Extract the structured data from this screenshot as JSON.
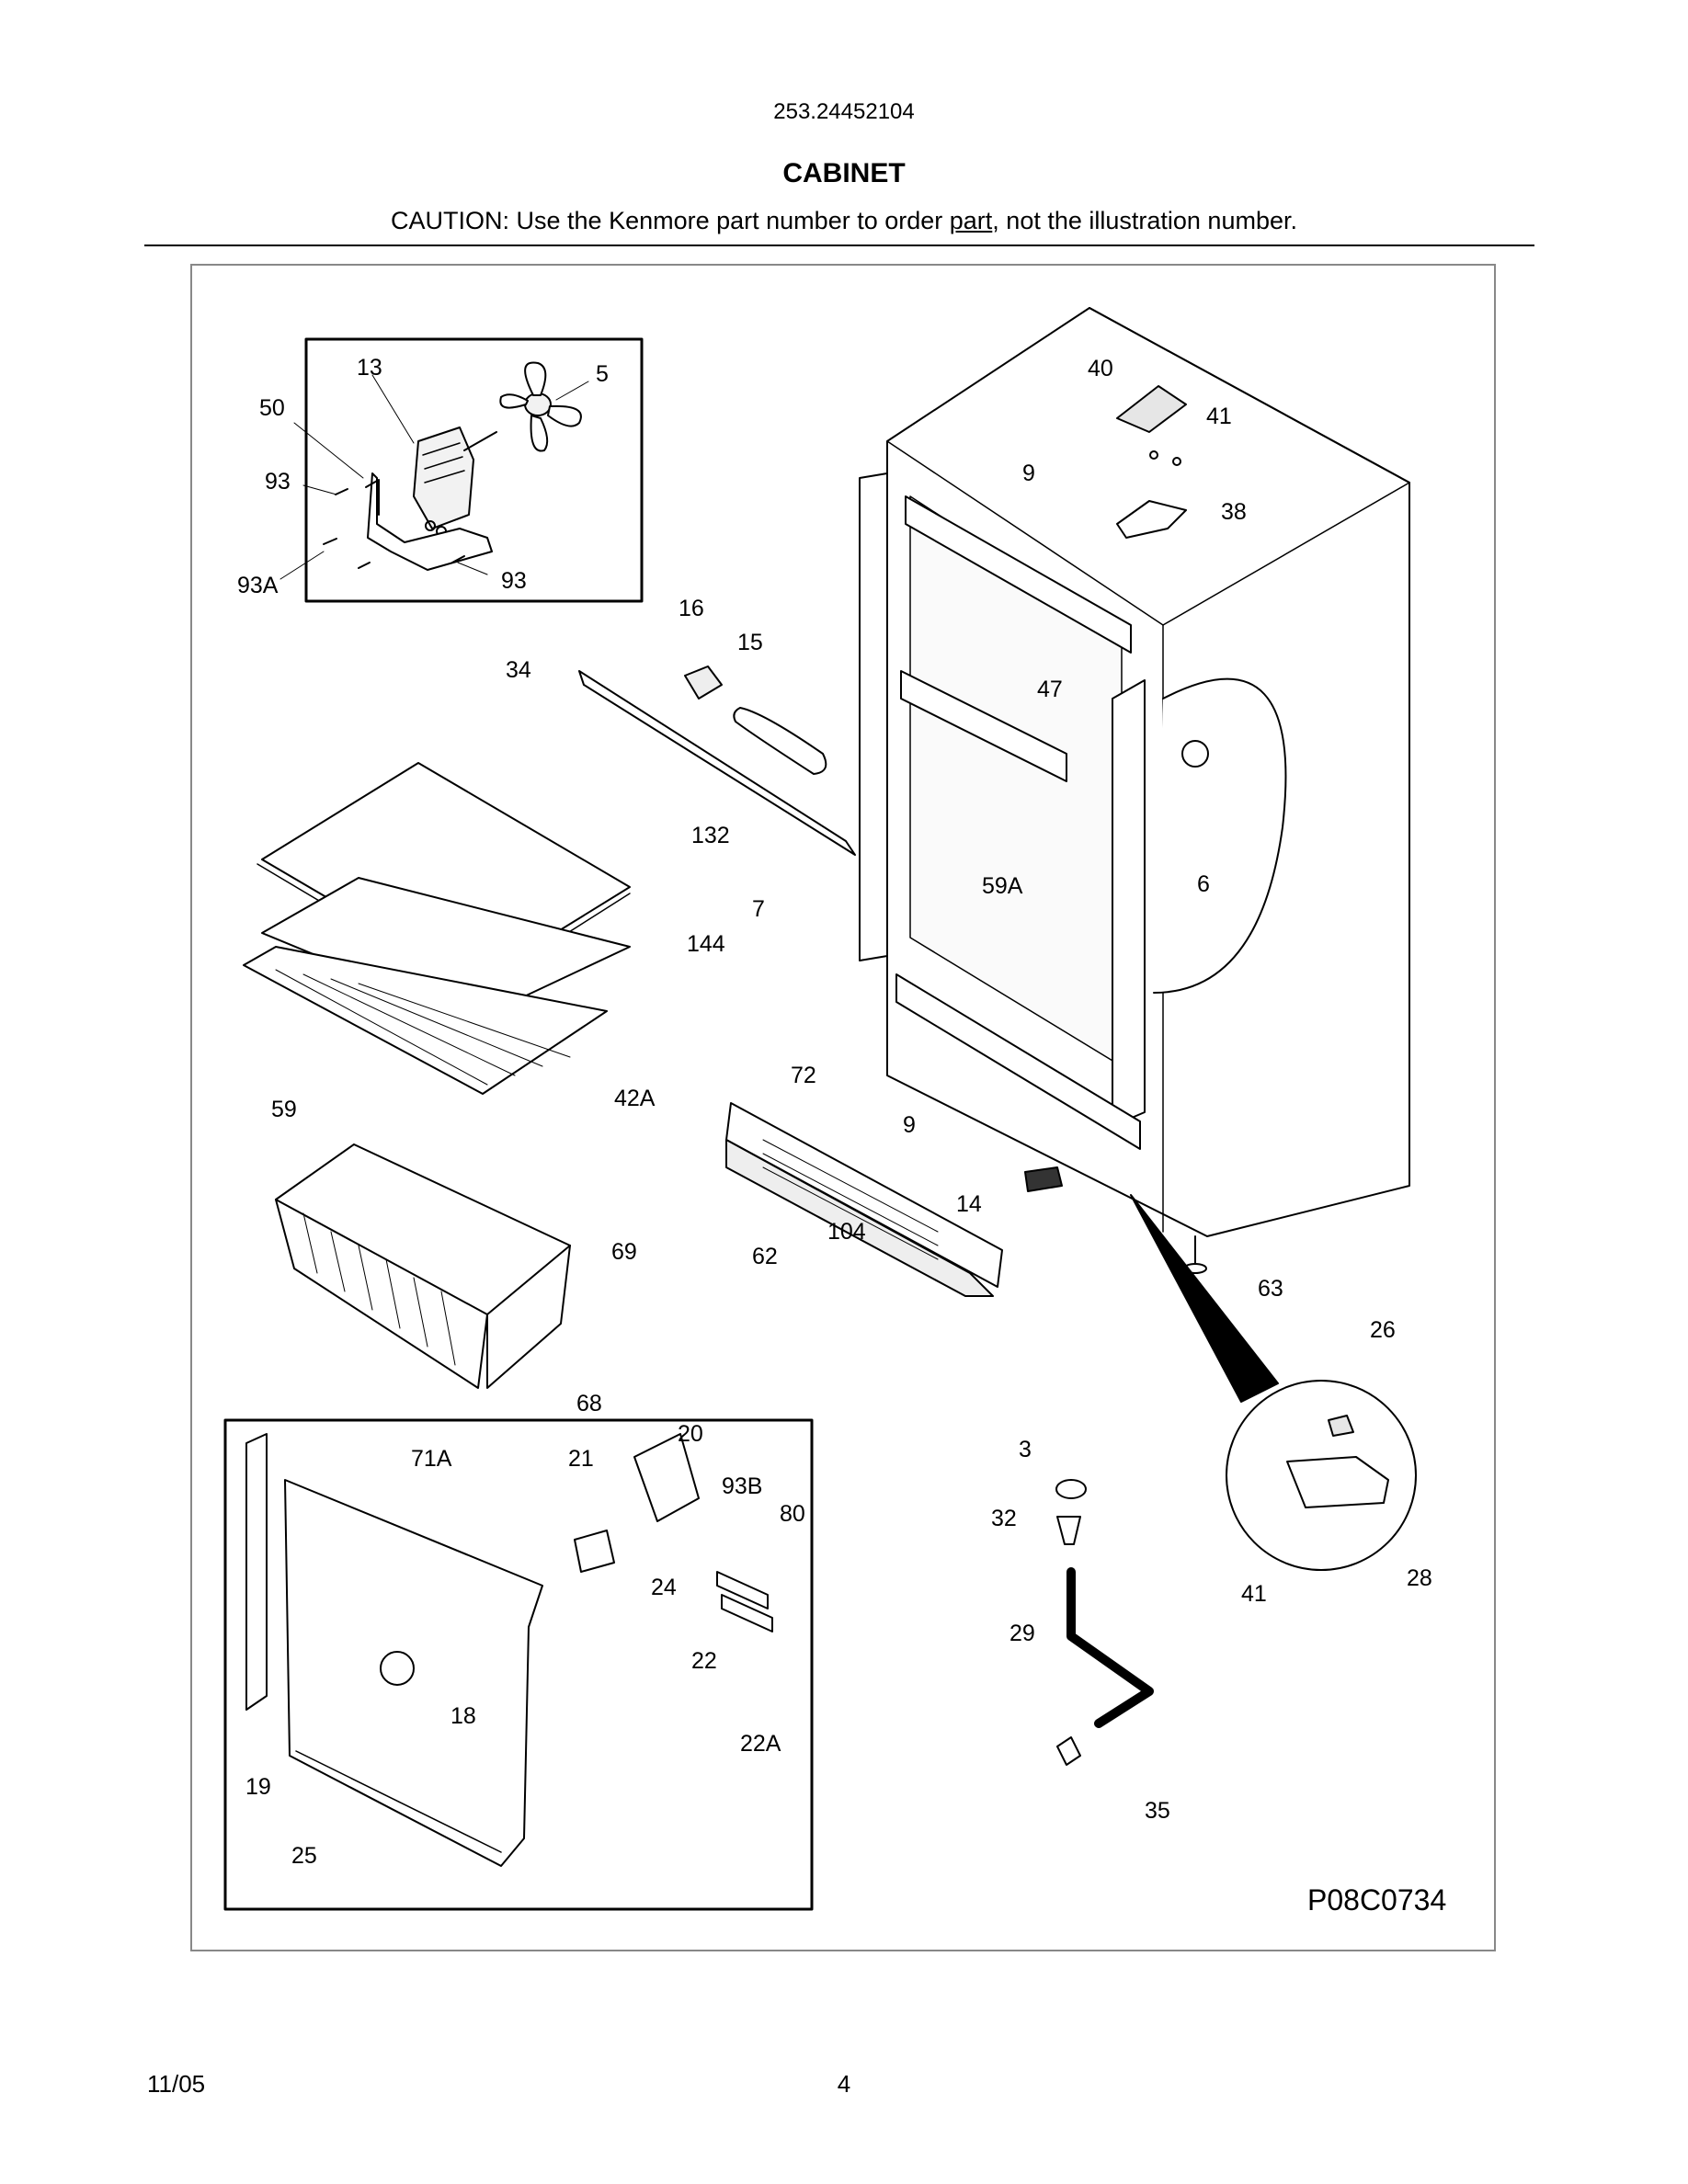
{
  "header": {
    "model_number": "253.24452104",
    "section_title": "CABINET",
    "caution_prefix": "CAUTION: Use the Kenmore part number to order ",
    "caution_link": "part",
    "caution_suffix": ", not the illustration number."
  },
  "diagram": {
    "drawing_code": "P08C0734",
    "callouts": [
      "13",
      "5",
      "50",
      "93",
      "93A",
      "93",
      "40",
      "41",
      "38",
      "9",
      "16",
      "15",
      "34",
      "47",
      "132",
      "59A",
      "6",
      "7",
      "144",
      "42A",
      "72",
      "9",
      "59",
      "14",
      "69",
      "104",
      "62",
      "63",
      "26",
      "68",
      "20",
      "71A",
      "21",
      "93B",
      "80",
      "3",
      "24",
      "32",
      "22",
      "18",
      "29",
      "28",
      "41",
      "22A",
      "19",
      "35",
      "25"
    ]
  },
  "footer": {
    "date": "11/05",
    "page_number": "4"
  }
}
